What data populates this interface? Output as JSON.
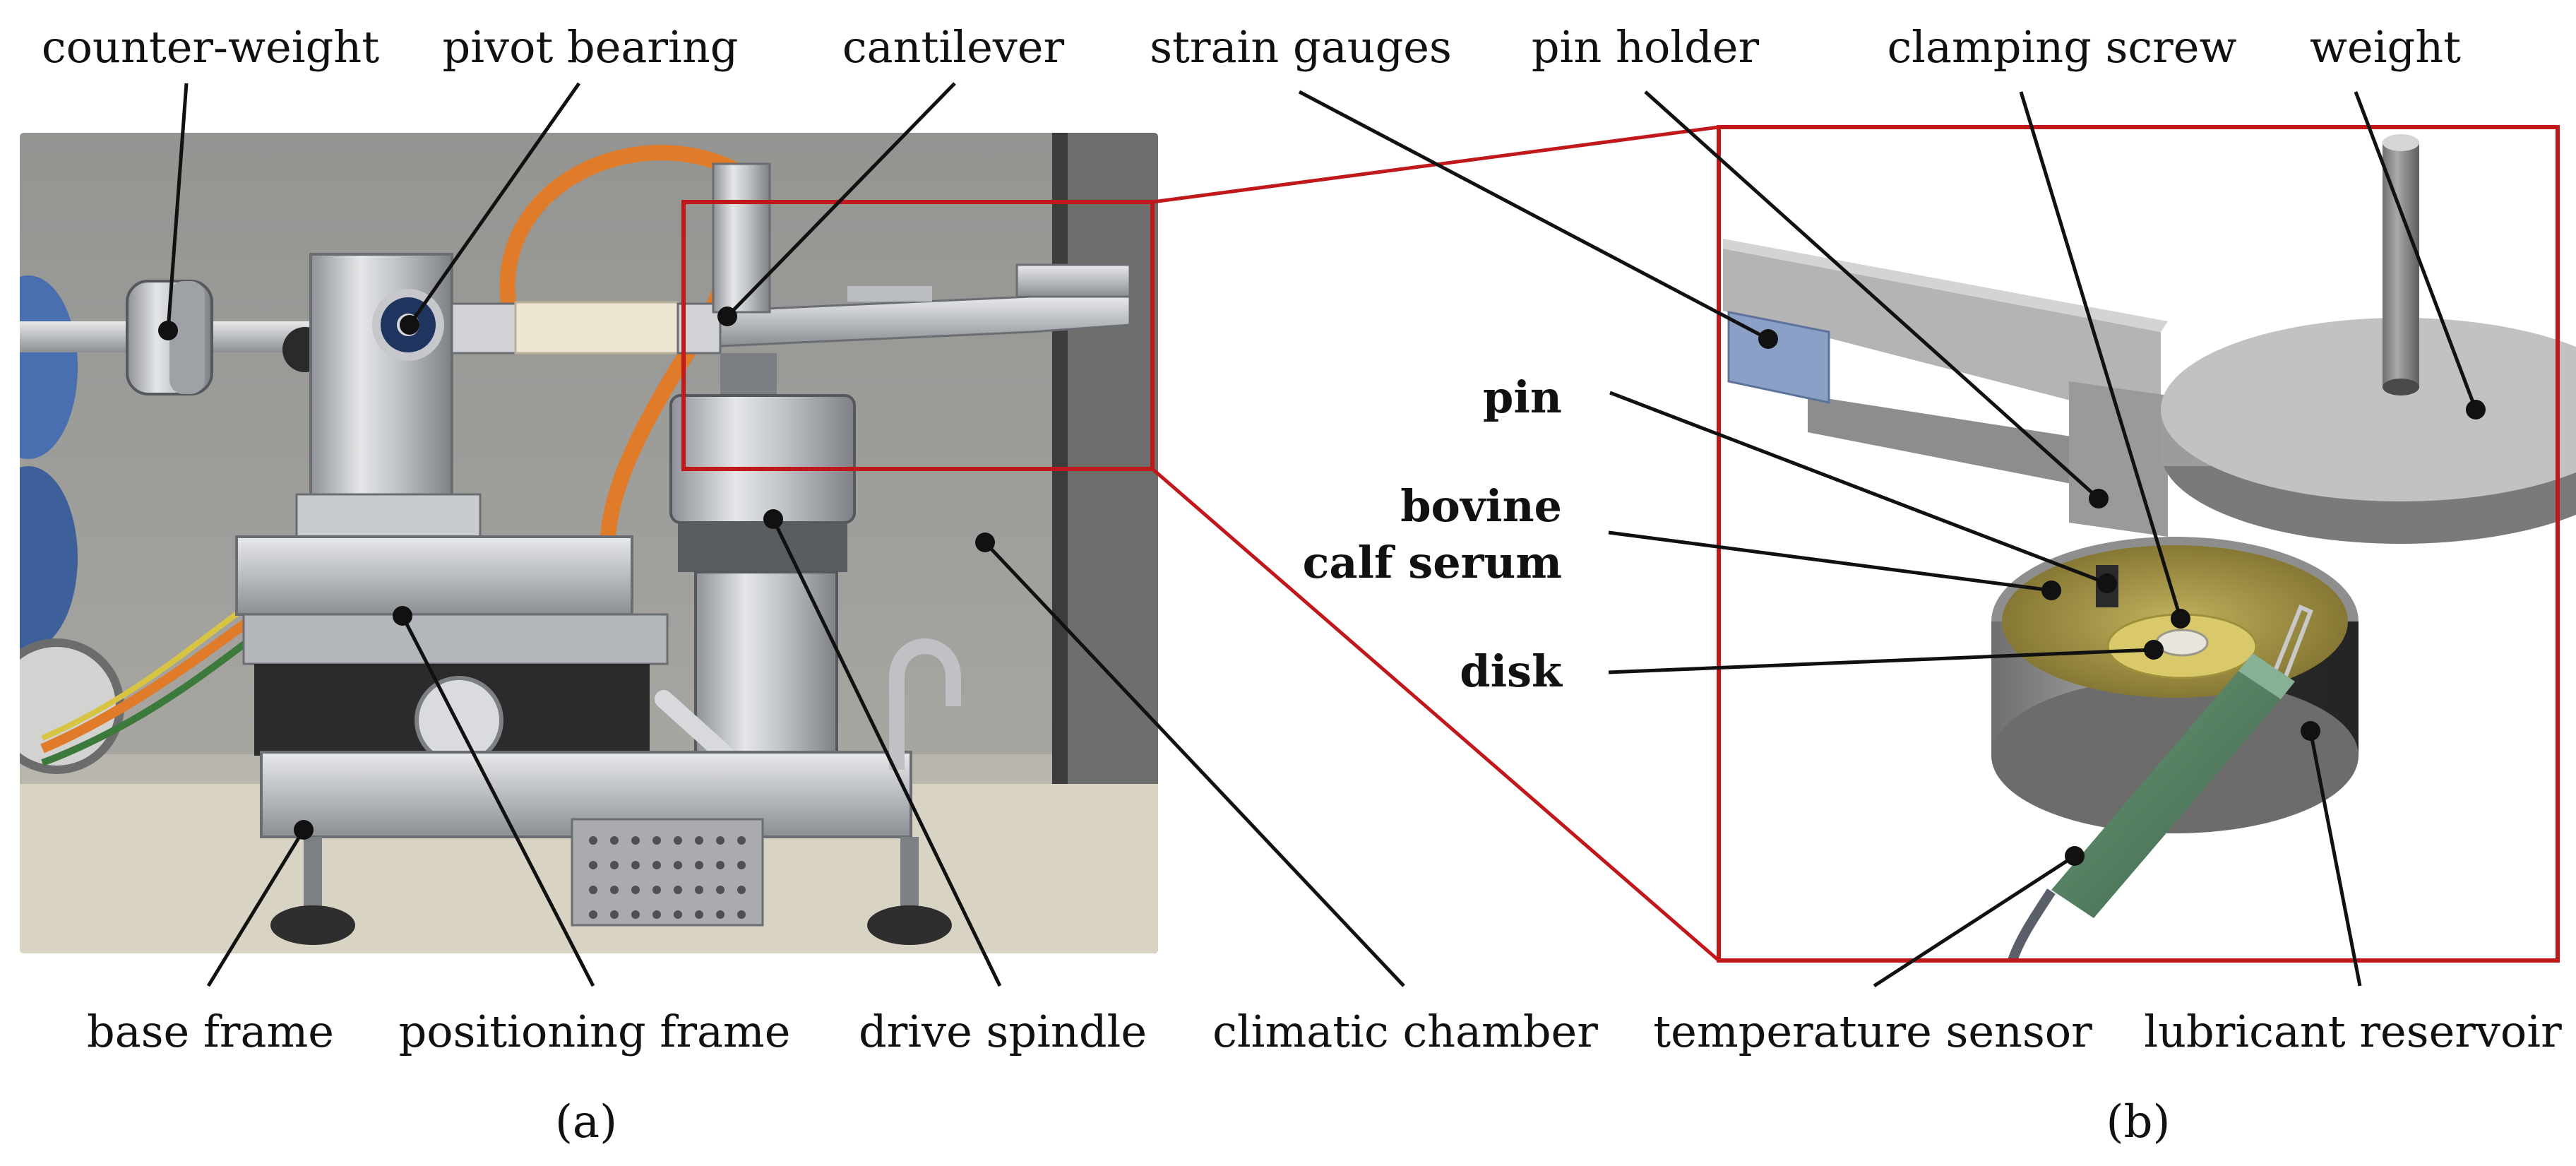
{
  "panel_a": {
    "caption": "(a)",
    "labels": {
      "counter_weight": "counter-weight",
      "pivot_bearing": "pivot bearing",
      "cantilever": "cantilever",
      "base_frame": "base frame",
      "positioning_frame": "positioning frame",
      "drive_spindle": "drive spindle",
      "climatic_chamber": "climatic chamber"
    }
  },
  "panel_b": {
    "caption": "(b)",
    "labels": {
      "strain_gauges": "strain gauges",
      "pin_holder": "pin holder",
      "clamping_screw": "clamping screw",
      "weight": "weight",
      "pin": "pin",
      "bovine_line1": "bovine",
      "bovine_line2": "calf serum",
      "disk": "disk",
      "temperature_sensor": "temperature sensor",
      "lubricant_reservoir": "lubricant reservoir"
    }
  },
  "colors": {
    "zoom_frame": "#c0181b",
    "leader": "#111111",
    "rubber_blue": "#4a6fb0",
    "cable_orange": "#e07b2a",
    "sensor_green": "#4f7a5c",
    "serum_gold": "#9a8a3e"
  }
}
